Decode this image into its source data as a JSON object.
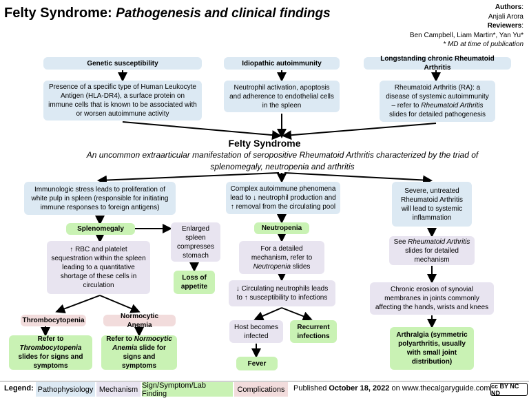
{
  "header": {
    "title_main": "Felty Syndrome",
    "title_sub": "Pathogenesis and clinical findings",
    "authors_label": "Authors",
    "authors": "Anjali Arora",
    "reviewers_label": "Reviewers",
    "reviewers": "Ben Campbell, Liam Martin*, Yan Yu*",
    "reviewers_note": "* MD at time of publication"
  },
  "top": {
    "genetic_title": "Genetic susceptibility",
    "genetic_text": "Presence of a specific type of Human Leukocyte Antigen (HLA-DR4), a surface protein on immune cells that is known to be associated with or worsen autoimmune activity",
    "idio_title": "Idiopathic autoimmunity",
    "idio_text": "Neutrophil activation, apoptosis and adherence to endothelial cells in the spleen",
    "ra_title": "Longstanding chronic Rheumatoid Arthritis",
    "ra_text_1": "Rheumatoid Arthritis (RA): a disease of systemic autoimmunity – refer to ",
    "ra_text_italic": "Rheumatoid Arthritis",
    "ra_text_2": " slides for detailed pathogenesis"
  },
  "center": {
    "title": "Felty Syndrome",
    "subtitle": "An uncommon extraarticular manifestation of seropositive Rheumatoid Arthritis characterized by the triad of splenomegaly, neutropenia and arthritis"
  },
  "left": {
    "immuno": "Immunologic stress leads to proliferation of white pulp in spleen (responsible for initiating immune responses to foreign antigens)",
    "splenomegaly": "Splenomegaly",
    "rbc": "↑ RBC and platelet sequestration within the spleen leading to a quantitative shortage of these cells in circulation",
    "enlarged": "Enlarged spleen compresses stomach",
    "appetite": "Loss of appetite",
    "thrombo": "Thrombocytopenia",
    "normo": "Normocytic Anemia",
    "thrombo_ref_1": "Refer to ",
    "thrombo_ref_italic": "Thrombocytopenia",
    "thrombo_ref_2": " slides for signs and symptoms",
    "normo_ref_1": "Refer to ",
    "normo_ref_italic": "Normocytic Anemia",
    "normo_ref_2": " slide for signs and symptoms"
  },
  "middle": {
    "complex": "Complex autoimmune phenomena lead to ↓ neutrophil production and ↑ removal from the circulating pool",
    "neutropenia": "Neutropenia",
    "detail_1": "For a detailed mechanism, refer to ",
    "detail_italic": "Neutropenia",
    "detail_2": " slides",
    "circ": "↓ Circulating neutrophils leads to ↑ susceptibility to infections",
    "host": "Host becomes infected",
    "recurrent": "Recurrent infections",
    "fever": "Fever"
  },
  "right": {
    "severe": "Severe, untreated Rheumatoid Arthritis will lead to systemic inflammation",
    "see_1": "See ",
    "see_italic": "Rheumatoid Arthritis",
    "see_2": " slides for detailed mechanism",
    "chronic": "Chronic erosion of synovial membranes in joints commonly affecting the hands, wrists and knees",
    "arthralgia": "Arthralgia (symmetric polyarthritis, usually with small joint distribution)"
  },
  "legend": {
    "label": "Legend:",
    "patho": "Pathophysiology",
    "mech": "Mechanism",
    "sign": "Sign/Symptom/Lab Finding",
    "comp": "Complications",
    "published_1": "Published ",
    "published_date": "October 18, 2022",
    "published_2": " on www.thecalgaryguide.com",
    "cc": "cc BY NC ND"
  },
  "colors": {
    "pathophysiology": "#dce9f3",
    "mechanism": "#e8e4f0",
    "sign_symptom": "#c9f2b4",
    "complications": "#f2dcdc"
  }
}
